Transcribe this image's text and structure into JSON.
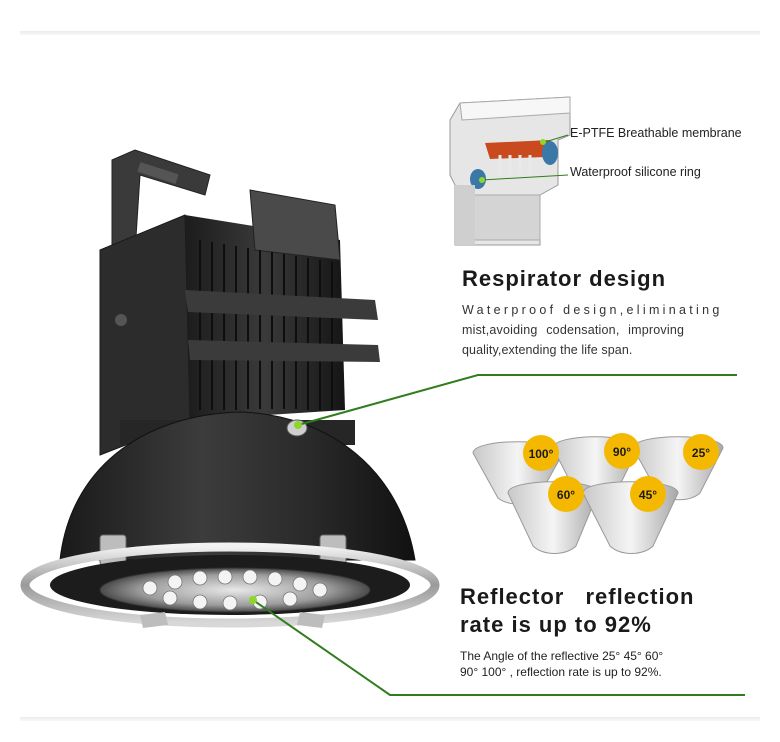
{
  "callouts": {
    "membrane": "E-PTFE Breathable membrane",
    "ring": "Waterproof silicone ring"
  },
  "respirator": {
    "title": "Respirator design",
    "body_lines": [
      "Waterproof design,eliminating",
      "mist,avoiding codensation, improving",
      "quality,extending the life span."
    ]
  },
  "reflector": {
    "title_lines": [
      "Reflector reflection",
      "rate is up to 92%"
    ],
    "body_lines": [
      "The Angle of the reflective 25° 45° 60°",
      "90° 100° , reflection rate is up to 92%."
    ],
    "badges": [
      "100°",
      "90°",
      "25°",
      "60°",
      "45°"
    ]
  },
  "colors": {
    "accent_green": "#2f7d1c",
    "badge_yellow": "#f5b800",
    "lamp_dark": "#2b2b2b"
  }
}
